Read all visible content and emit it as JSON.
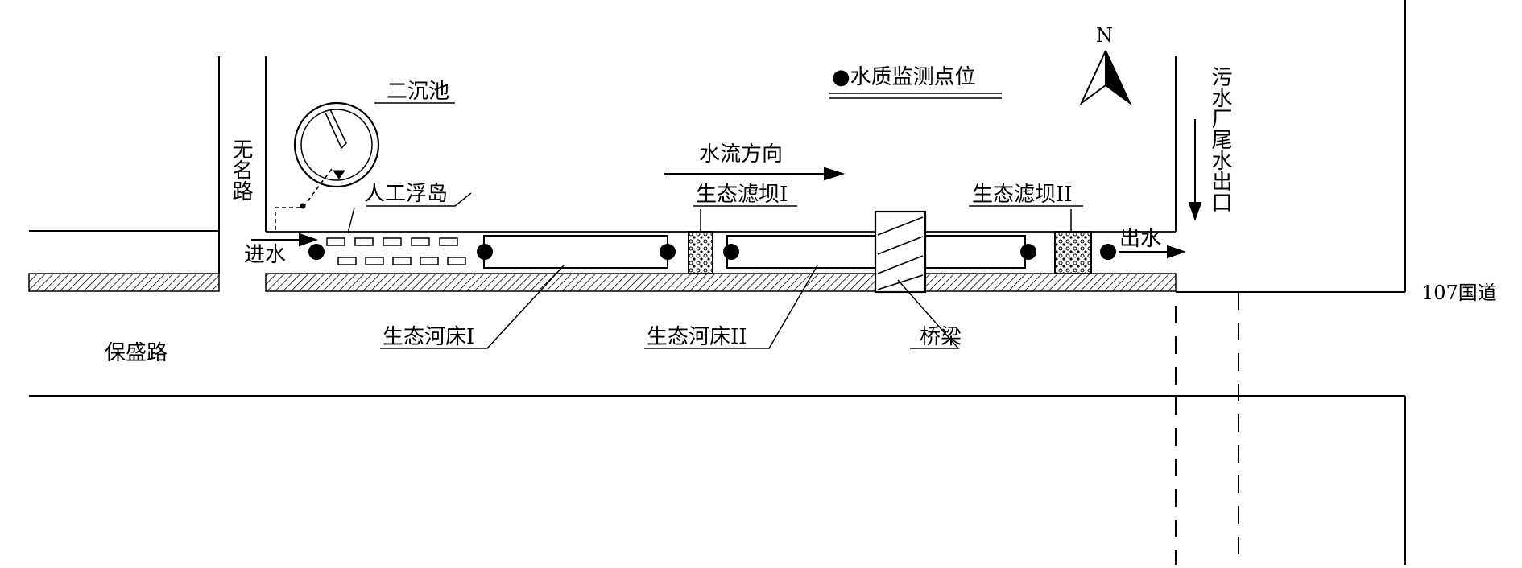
{
  "legend": {
    "monitoring_point_label": "●水质监测点位"
  },
  "compass": {
    "north_label": "N"
  },
  "roads": {
    "unnamed_road": "无名路",
    "baosheng_road": "保盛路",
    "national_road": "107国道"
  },
  "flow": {
    "direction_label": "水流方向",
    "inlet_label": "进水",
    "outlet_label": "出水",
    "plant_effluent_outlet": "污水厂尾水出口"
  },
  "structures": {
    "secondary_clarifier": "二沉池",
    "artificial_floating_island": "人工浮岛",
    "eco_filter_dam_1": "生态滤坝I",
    "eco_filter_dam_2": "生态滤坝II",
    "eco_riverbed_1": "生态河床I",
    "eco_riverbed_2": "生态河床II",
    "bridge": "桥梁"
  },
  "colors": {
    "line": "#000000",
    "background": "#ffffff"
  },
  "icons": [
    "north-arrow-icon",
    "monitoring-point-icon",
    "flow-arrow-icon"
  ]
}
